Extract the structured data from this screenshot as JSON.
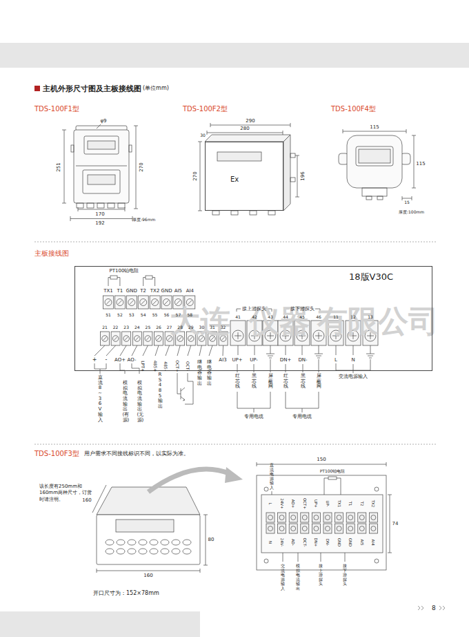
{
  "diagram": {
    "title": "主机外形尺寸图及主板接线图",
    "nodes": [
      {
        "text": [
          "Ex"
        ]
      },
      {
        "text": [
          "18版V30C"
        ]
      }
    ],
    "labels": [
      "(单位mm)",
      "TDS-100F1型",
      "TDS-100F2型",
      "TDS-100F4型",
      "φ9",
      "251",
      "270",
      "170",
      "192",
      "厚度:96mm",
      "290",
      "280",
      "30",
      "270",
      "196",
      "115",
      "115",
      "15",
      "厚度:100mm",
      "主板接线图",
      "PT100铂电阻",
      "TX1",
      "T1",
      "GND",
      "T2",
      "TX2",
      "GND",
      "AI5",
      "AI4",
      "51",
      "52",
      "53",
      "54",
      "55",
      "56",
      "57",
      "58",
      "21",
      "22",
      "23",
      "24",
      "25",
      "26",
      "27",
      "28",
      "29",
      "30",
      "31",
      "32",
      "41",
      "42",
      "43",
      "44",
      "45",
      "46",
      "11",
      "12",
      "13",
      "接上游探头",
      "接下游探头",
      "+",
      "-",
      "AO+",
      "AO-",
      "LPT+",
      "485+",
      "485-",
      "OCT+",
      "OCT-",
      "继电器输出",
      "继电器输出",
      "AI3",
      "UP+",
      "UP-",
      "DN+",
      "DN-",
      "L",
      "N",
      "直流8~36V输入",
      "模拟电流输出(有源)",
      "模拟电流输出(无源)",
      "RS485输出",
      "红芯线",
      "黑芯线",
      "屏蔽网",
      "红芯线",
      "黑芯线",
      "屏蔽网",
      "专用电缆",
      "专用电缆",
      "交流电源输入",
      "大连",
      "仪器",
      "有限公司",
      "TDS-100F3型",
      "用户需求不同接线标识不同，以实际为准。",
      "该长度有250mm和160mm两种尺寸，订货时请注明。",
      "160",
      "80",
      "160",
      "开口尺寸为：152×78mm",
      "150",
      "74",
      "PT100铂电阻",
      "直流电源输入",
      "L",
      "24V+",
      "AO+",
      "OCT+",
      "UP+",
      "UP-",
      "TX1",
      "T1",
      "T2",
      "TX2",
      "N",
      "24V-",
      "AO-",
      "OCT-",
      "DN+",
      "DN-",
      "GND",
      "GND",
      "AI5",
      "AI4",
      "交流电源输入",
      "模拟电流输出",
      "接上游探头",
      "接下游探头",
      "8"
    ]
  }
}
